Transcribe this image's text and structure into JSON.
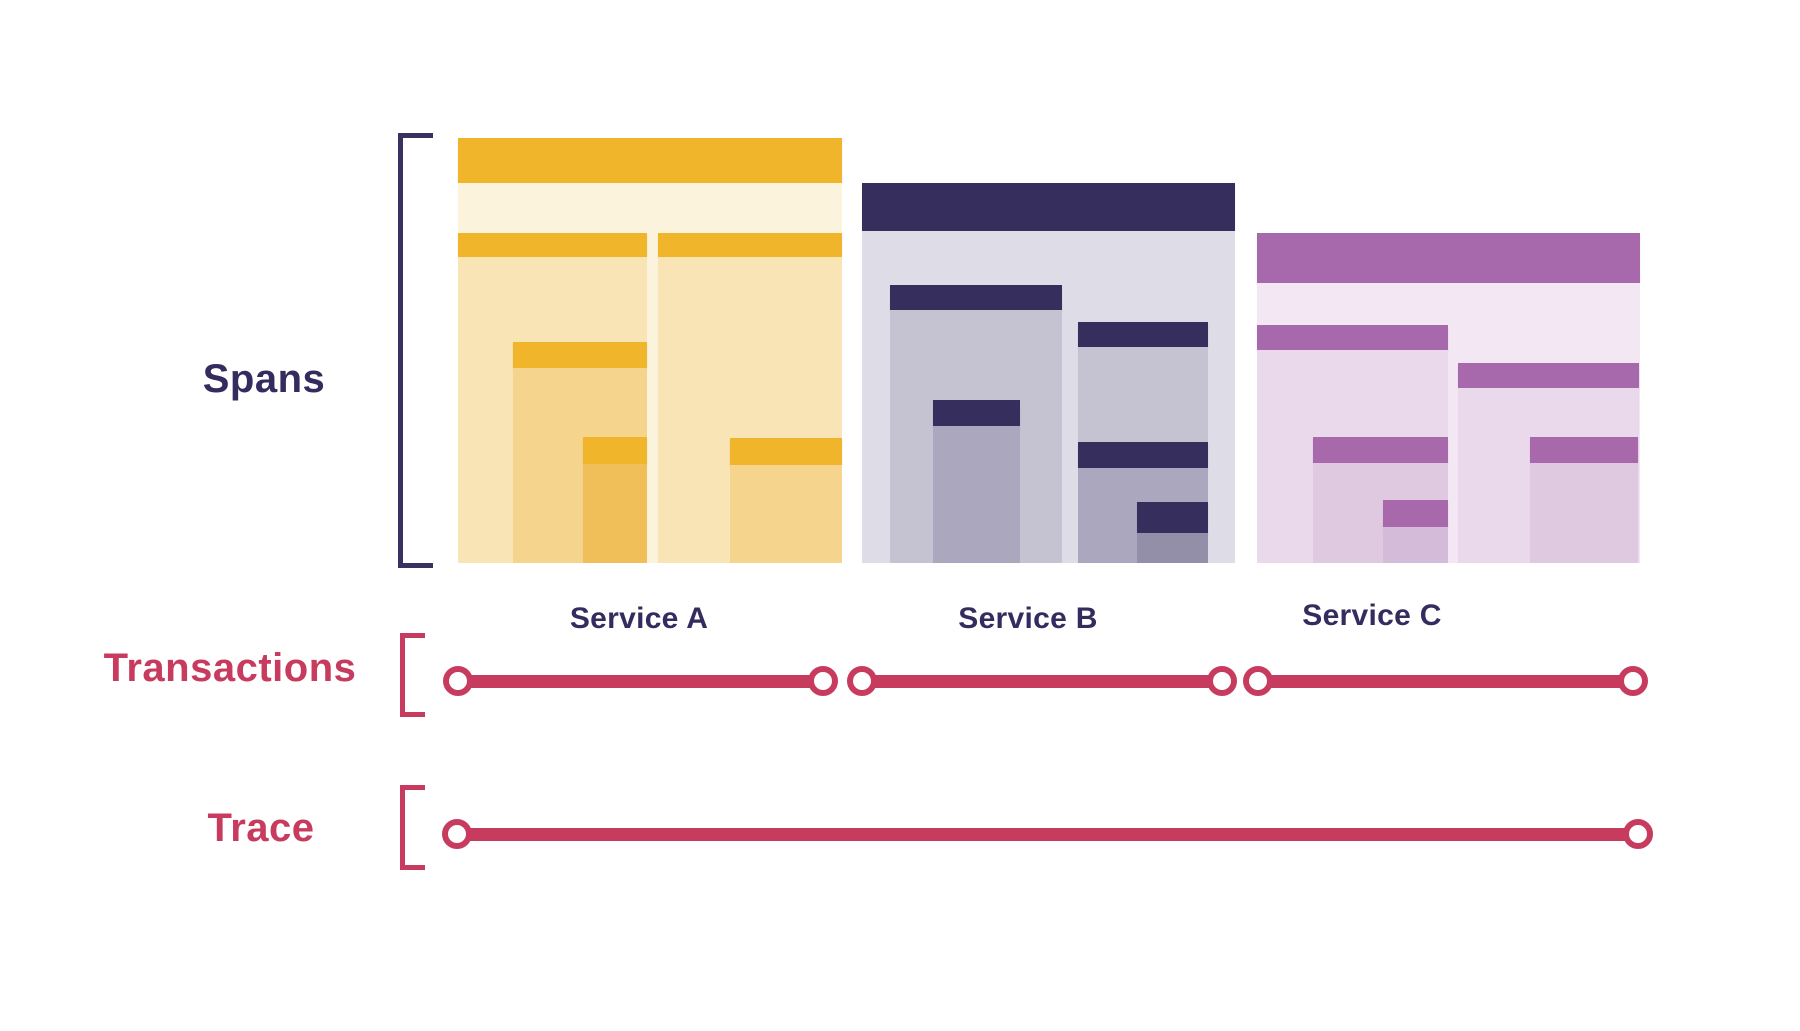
{
  "diagram": {
    "spans_label": "Spans",
    "transactions_label": "Transactions",
    "trace_label": "Trace"
  },
  "services": [
    {
      "label": "Service A",
      "accent_color": "#F0B52A",
      "body_shades": [
        "#FCF3DC",
        "#F8E4B4",
        "#F5D58E",
        "#F1BF5A"
      ],
      "span_tree": "root > [child, child]; first child > grandchild > great-grandchild; second child > grandchild"
    },
    {
      "label": "Service B",
      "accent_color": "#362E5D",
      "body_shades": [
        "#DEDCE6",
        "#C5C2D2",
        "#ABA7BE",
        "#948FA9"
      ],
      "span_tree": "root > [child, child]; first child > grandchild; second child > grandchild > great-grandchild"
    },
    {
      "label": "Service C",
      "accent_color": "#A869AC",
      "body_shades": [
        "#F3E7F4",
        "#E9D9EB",
        "#DEC9E1",
        "#D5BBDA"
      ],
      "span_tree": "root > [child, child]; first child > grandchild > great-grandchild; second child > grandchild"
    }
  ],
  "transactions": [
    {
      "service": "Service A"
    },
    {
      "service": "Service B"
    },
    {
      "service": "Service C"
    }
  ],
  "colors": {
    "label_text": "#342B5F",
    "spans_bracket": "#3A3160",
    "trace_accent": "#C73B5E",
    "background": "#FFFFFF"
  }
}
